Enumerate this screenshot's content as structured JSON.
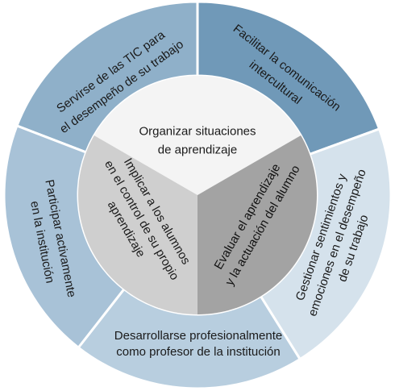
{
  "diagram": {
    "center": {
      "top": {
        "lines": [
          "Organizar situaciones",
          "de aprendizaje"
        ],
        "color": "#f4f4f4"
      },
      "left": {
        "lines": [
          "Implicar a los alumnos",
          "en el control de su propio",
          "aprendizaje"
        ],
        "color": "#cfcfcf"
      },
      "right": {
        "lines": [
          "Evaluar el aprendizaje",
          "y la actuación del alumno"
        ],
        "color": "#a3a3a3"
      }
    },
    "outer": [
      {
        "id": "tic",
        "lines": [
          "Servirse de las TIC para",
          "el desempeño de su trabajo"
        ],
        "color": "#8fb0c9"
      },
      {
        "id": "intercultural",
        "lines": [
          "Facilitar la comunicación",
          "intercultural"
        ],
        "color": "#7099b8"
      },
      {
        "id": "emociones",
        "lines": [
          "Gestionar sentimientos y",
          "emociones en el desempeño",
          "de su trabajo"
        ],
        "color": "#d5e2ec"
      },
      {
        "id": "profesional",
        "lines": [
          "Desarrollarse profesionalmente",
          "como profesor de la institución"
        ],
        "color": "#b8cedf"
      },
      {
        "id": "institucion",
        "lines": [
          "Participar activamente",
          "en la institución"
        ],
        "color": "#a8c2d7"
      }
    ],
    "separator_color": "#ffffff"
  }
}
